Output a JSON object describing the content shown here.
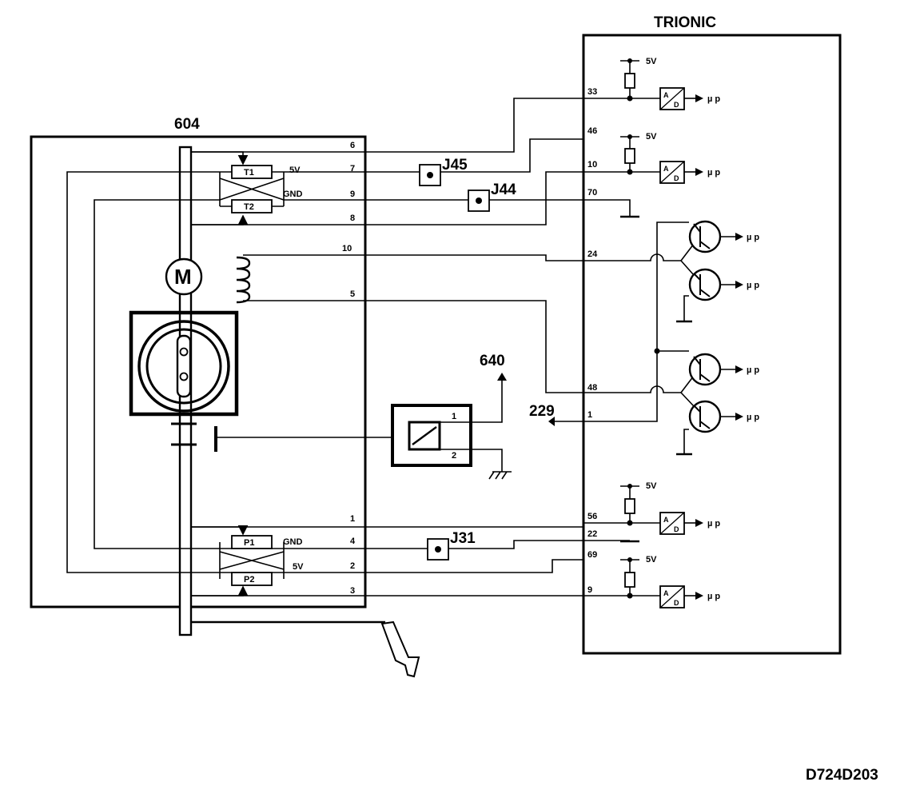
{
  "components": {
    "trionic": "TRIONIC",
    "pedal_unit": "604",
    "relay": "640",
    "ext_229": "229",
    "drawing_id": "D724D203"
  },
  "labels": {
    "motor": "M",
    "t1": "T1",
    "t2": "T2",
    "p1": "P1",
    "p2": "P2",
    "five_v": "5V",
    "gnd": "GND",
    "ad_a": "A",
    "ad_d": "D",
    "mu_p": "µ p",
    "relay_pin1": "1",
    "relay_pin2": "2"
  },
  "connectors": {
    "j45": "J45",
    "j44": "J44",
    "j31": "J31"
  },
  "left_pins": [
    "6",
    "7",
    "9",
    "8",
    "10",
    "5",
    "1",
    "4",
    "2",
    "3"
  ],
  "right_pins": [
    "33",
    "46",
    "10",
    "70",
    "24",
    "48",
    "1",
    "56",
    "22",
    "69",
    "9"
  ]
}
